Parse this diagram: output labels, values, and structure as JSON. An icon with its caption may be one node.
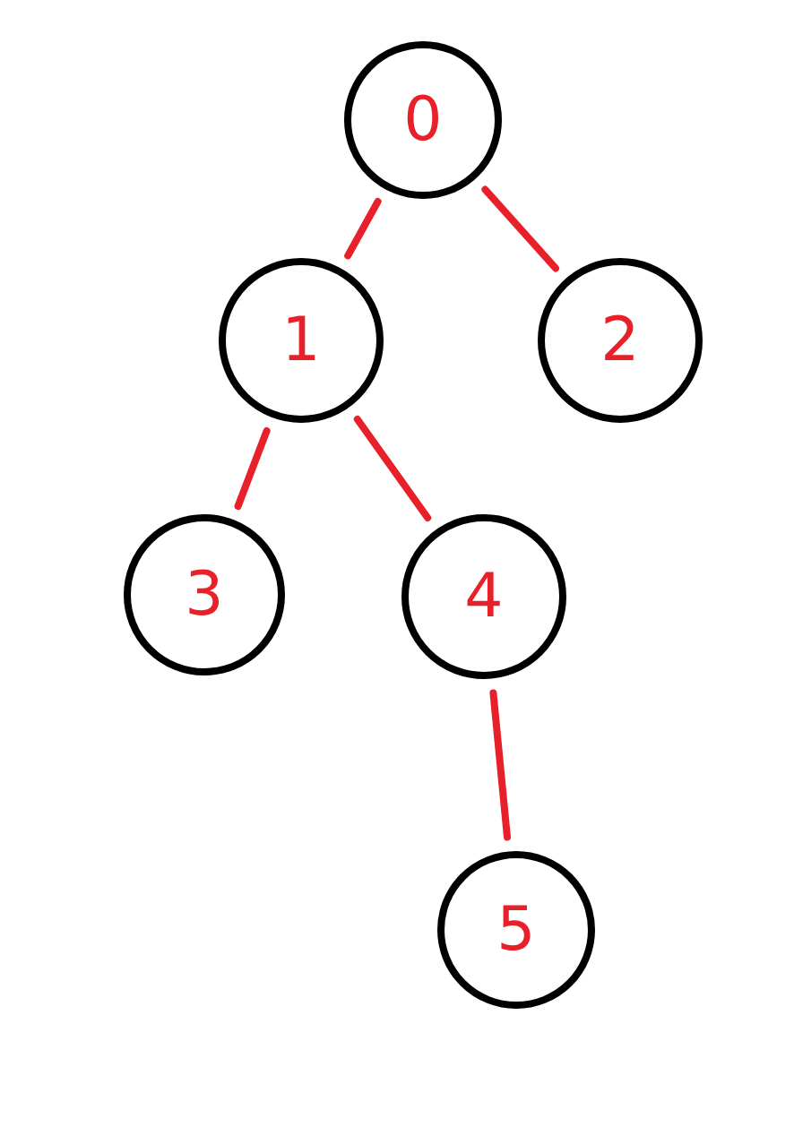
{
  "diagram": {
    "nodes": [
      {
        "text": [
          "0"
        ]
      },
      {
        "text": [
          "1"
        ]
      },
      {
        "text": [
          "2"
        ]
      },
      {
        "text": [
          "3"
        ]
      },
      {
        "text": [
          "4"
        ]
      },
      {
        "text": [
          "5"
        ]
      }
    ],
    "edges": [
      {
        "from": 0,
        "to": 1,
        "arrow": "none"
      },
      {
        "from": 0,
        "to": 2,
        "arrow": "none"
      },
      {
        "from": 1,
        "to": 3,
        "arrow": "none"
      },
      {
        "from": 1,
        "to": 4,
        "arrow": "none"
      },
      {
        "from": 4,
        "to": 5,
        "arrow": "none"
      }
    ]
  }
}
